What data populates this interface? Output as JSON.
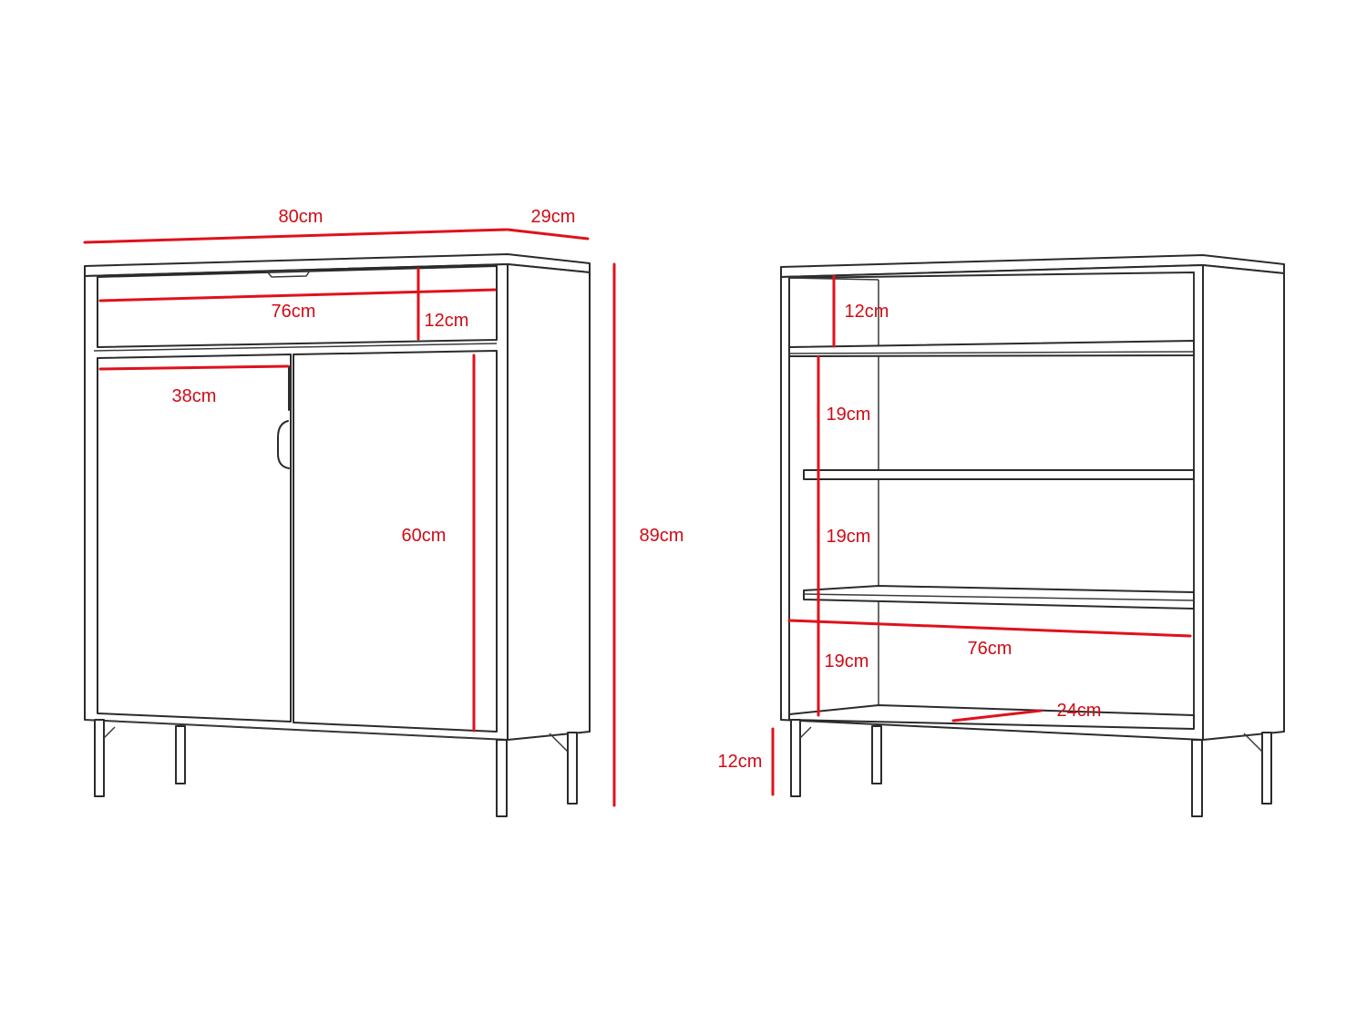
{
  "front_view": {
    "width_label": "80cm",
    "depth_label": "29cm",
    "drawer_width_label": "76cm",
    "drawer_height_label": "12cm",
    "door_width_label": "38cm",
    "door_height_label": "60cm",
    "total_height_label": "89cm"
  },
  "open_view": {
    "top_compartment_label": "12cm",
    "shelf_1_label": "19cm",
    "shelf_2_label": "19cm",
    "shelf_3_label": "19cm",
    "inner_width_label": "76cm",
    "shelf_depth_label": "24cm",
    "leg_height_label": "12cm"
  },
  "colors": {
    "line": "#2b2b2b",
    "dimension": "#e0111b",
    "label": "#d00b15"
  }
}
